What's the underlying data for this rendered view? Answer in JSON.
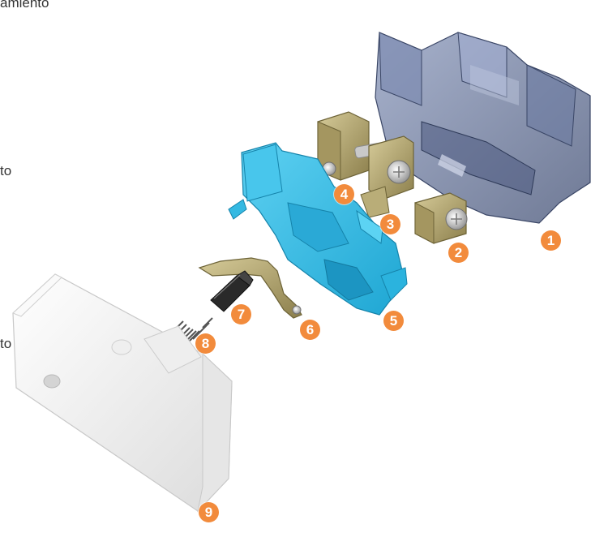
{
  "side_labels": [
    "amiento",
    "to",
    "to"
  ],
  "callouts": [
    "1",
    "2",
    "3",
    "4",
    "5",
    "6",
    "7",
    "8",
    "9"
  ],
  "colors": {
    "callout": "#f28b3c",
    "housing": "#5f6f95",
    "mechanism": "#30b8e0",
    "brass": "#b3a56f",
    "white_part": "#f4f4f4"
  }
}
